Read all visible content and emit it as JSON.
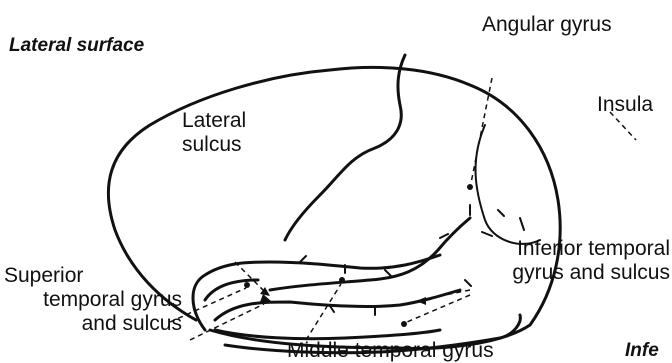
{
  "panel_title": "Lateral surface",
  "cut_off_title_right": "Infe",
  "labels": {
    "angular_gyrus": "Angular gyrus",
    "insula": "Insula",
    "lateral_sulcus": [
      "Lateral",
      "sulcus"
    ],
    "inferior_temporal": [
      "Inferior temporal",
      "gyrus and sulcus"
    ],
    "superior_temporal": [
      "Superior",
      "temporal gyrus",
      "and sulcus"
    ],
    "middle_temporal_gyrus": "Middle temporal gyrus"
  }
}
